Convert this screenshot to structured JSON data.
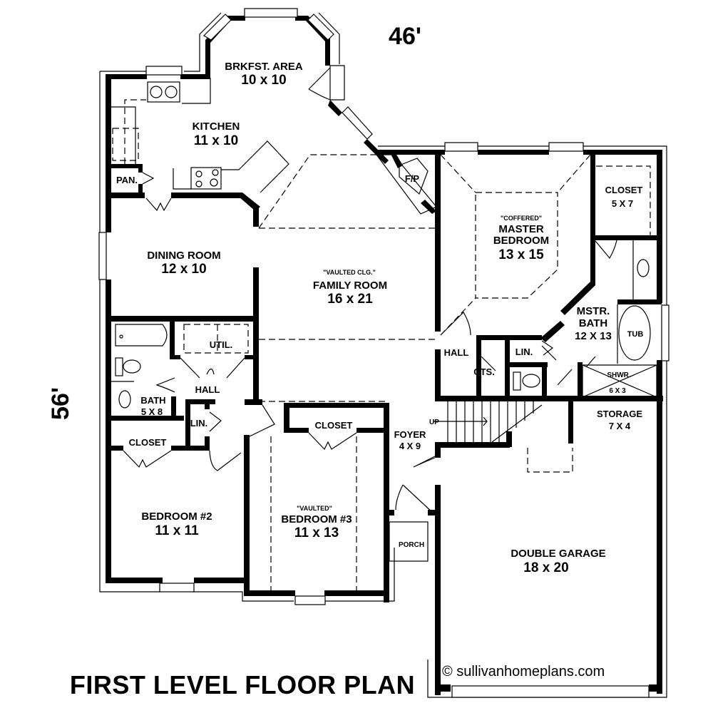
{
  "title": "FIRST LEVEL FLOOR PLAN",
  "copyright": "© sullivanhomeplans.com",
  "dimensions": {
    "width": "46'",
    "depth": "56'"
  },
  "rooms": {
    "breakfast": {
      "name": "BRKFST. AREA",
      "size": "10 x 10"
    },
    "kitchen": {
      "name": "KITCHEN",
      "size": "11 x 10"
    },
    "pantry": {
      "name": "PAN."
    },
    "fireplace": {
      "name": "F/P"
    },
    "dining": {
      "name": "DINING ROOM",
      "size": "12 x 10"
    },
    "family": {
      "note": "\"VAULTED CLG.\"",
      "name": "FAMILY ROOM",
      "size": "16 x 21"
    },
    "master_bedroom": {
      "note": "\"COFFERED\"",
      "name_line1": "MASTER",
      "name_line2": "BEDROOM",
      "size": "13 x 15"
    },
    "master_closet": {
      "name": "CLOSET",
      "size": "5 X 7"
    },
    "master_bath": {
      "name_line1": "MSTR.",
      "name_line2": "BATH",
      "size": "12 X 13"
    },
    "tub": {
      "name": "TUB"
    },
    "shower": {
      "name": "SHWR.",
      "size": "6 X 3"
    },
    "master_linen": {
      "name": "LIN."
    },
    "master_hall": {
      "name": "HALL"
    },
    "closets": {
      "name": "CTS."
    },
    "util": {
      "name": "UTIL."
    },
    "hall": {
      "name": "HALL"
    },
    "bath": {
      "name": "BATH",
      "size": "5 X 8"
    },
    "linen": {
      "name": "LIN."
    },
    "bed2_closet": {
      "name": "CLOSET"
    },
    "bed3_closet": {
      "name": "CLOSET"
    },
    "bedroom2": {
      "name": "BEDROOM #2",
      "size": "11 x 11"
    },
    "bedroom3": {
      "note": "\"VAULTED\"",
      "name": "BEDROOM #3",
      "size": "11 x 13"
    },
    "foyer": {
      "name": "FOYER",
      "size": "4 X 9"
    },
    "stairs": {
      "label": "UP"
    },
    "porch": {
      "name": "PORCH"
    },
    "storage": {
      "name": "STORAGE",
      "size": "7 X 4"
    },
    "garage": {
      "name": "DOUBLE GARAGE",
      "size": "18 x 20"
    }
  }
}
